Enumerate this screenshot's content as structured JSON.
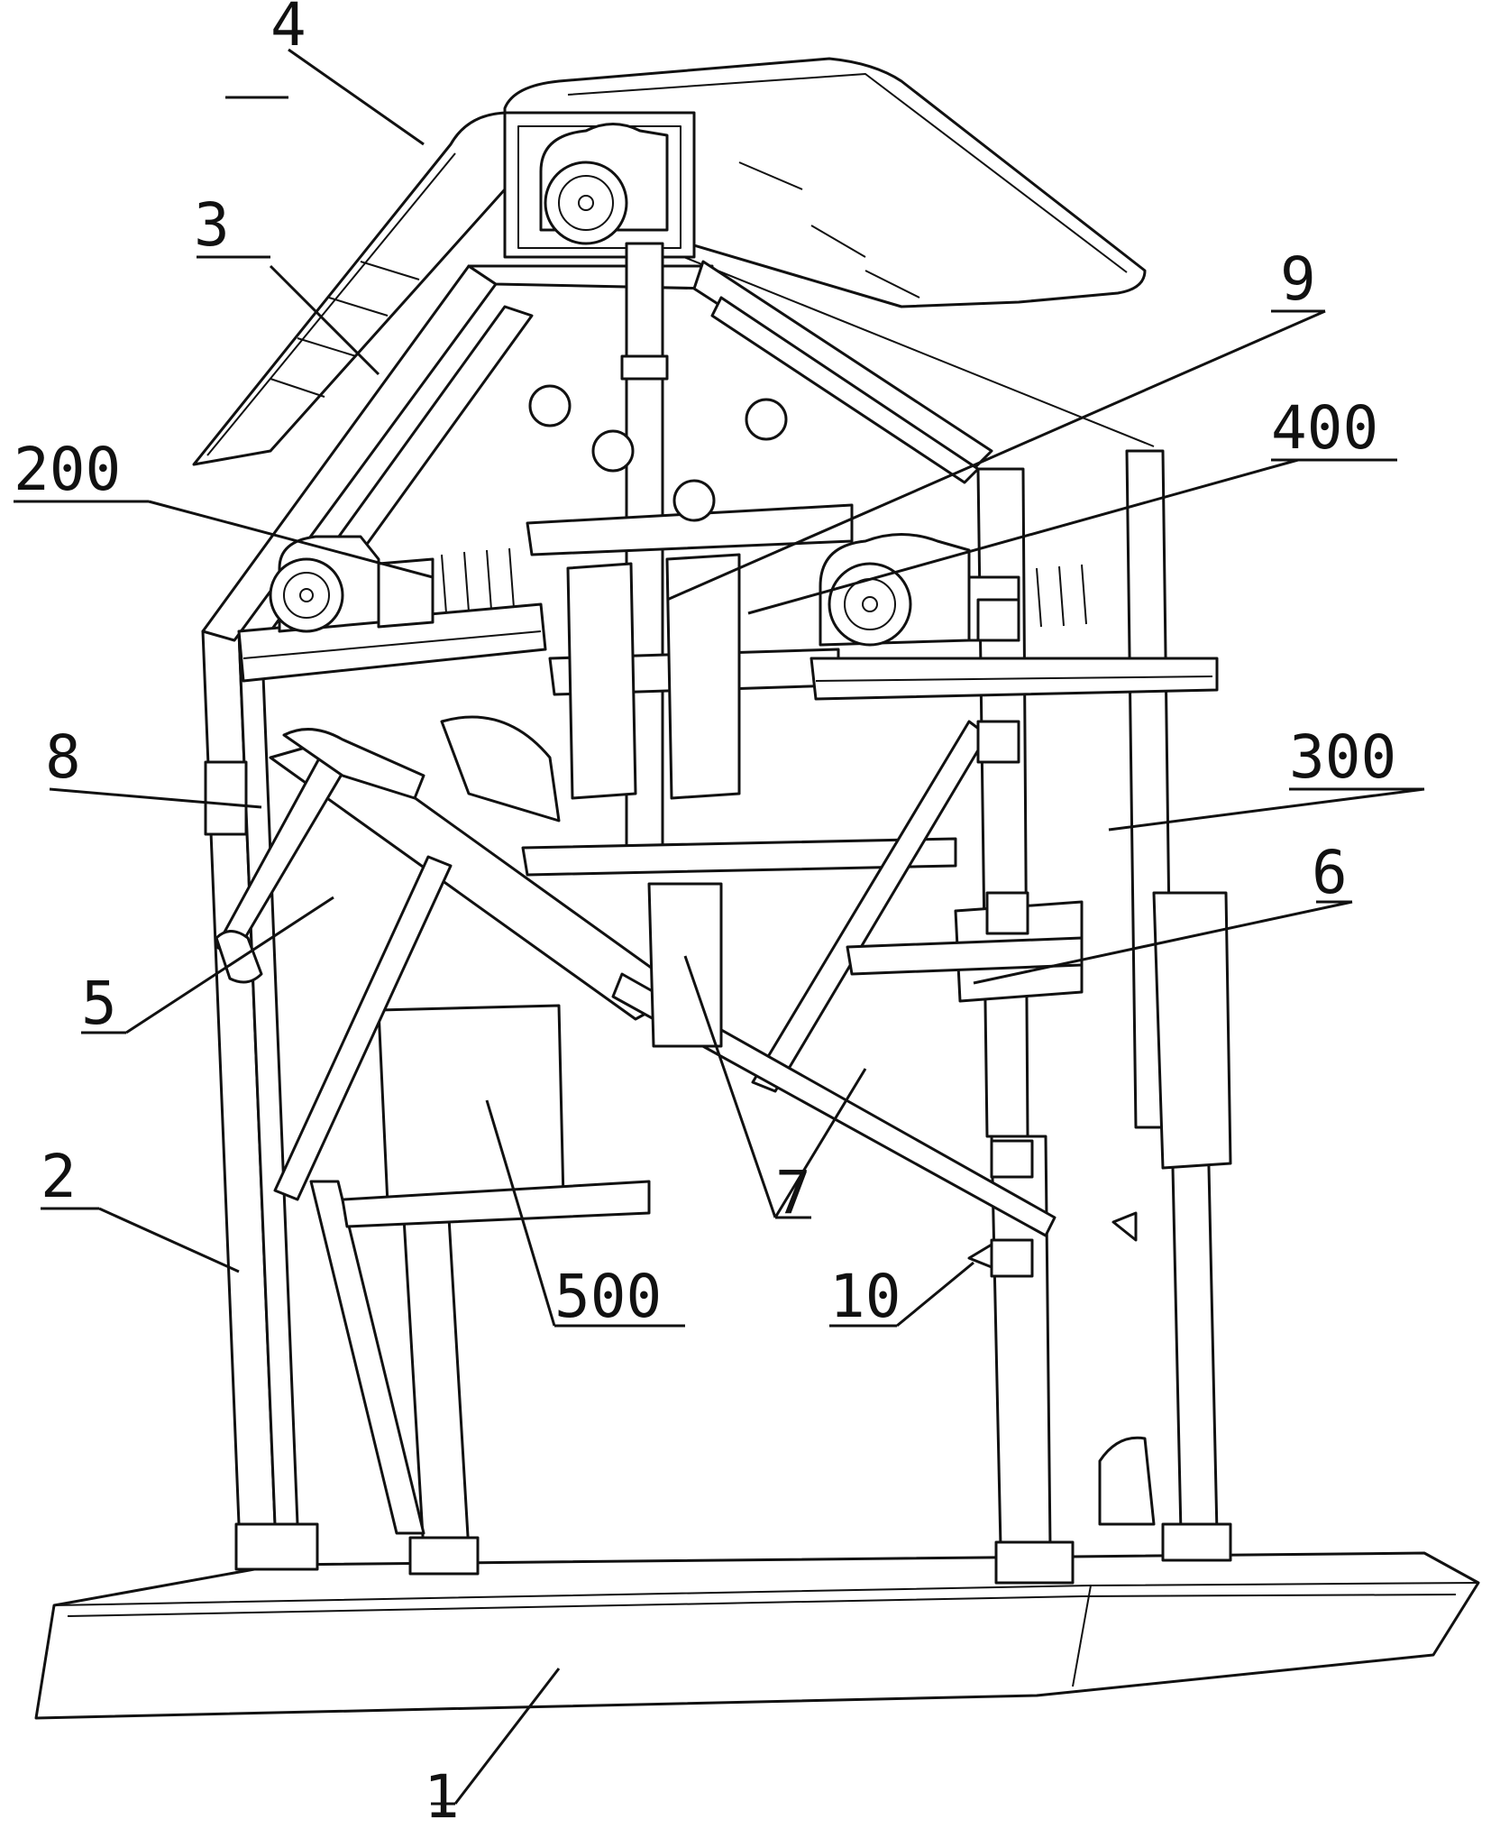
{
  "labels": {
    "l1": "1",
    "l2": "2",
    "l3": "3",
    "l4": "4",
    "l5": "5",
    "l6": "6",
    "l7": "7",
    "l8": "8",
    "l9": "9",
    "l10": "10",
    "l200": "200",
    "l300": "300",
    "l400": "400",
    "l500": "500"
  }
}
